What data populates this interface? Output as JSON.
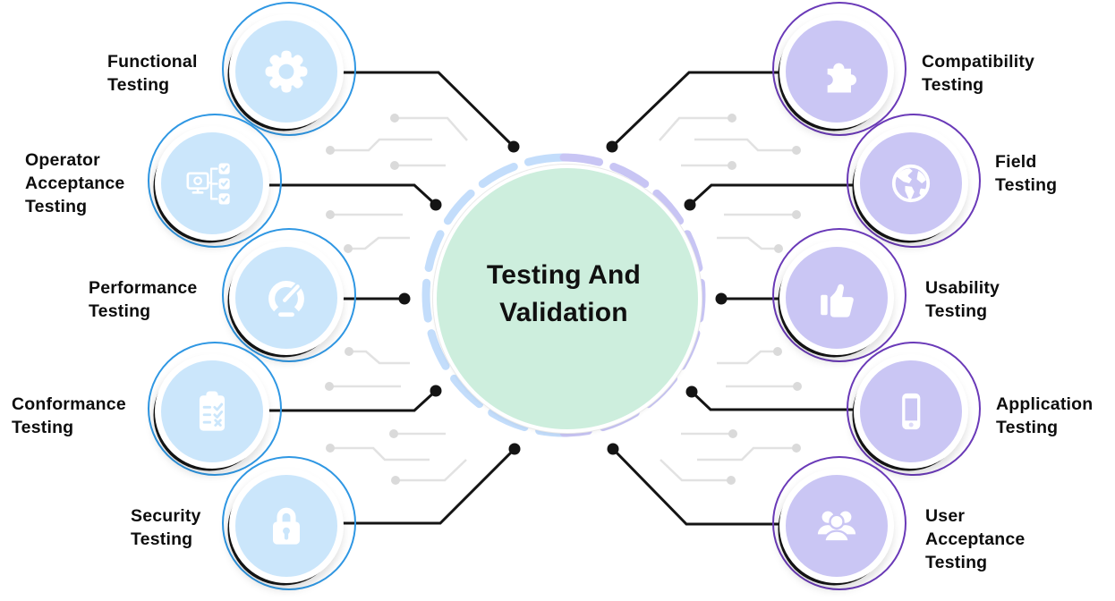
{
  "title": {
    "text": "Testing And\nValidation"
  },
  "left_nodes": [
    {
      "label": "Functional\nTesting",
      "icon": "gear-icon"
    },
    {
      "label": "Operator\nAcceptance\nTesting",
      "icon": "monitor-checklist-icon"
    },
    {
      "label": "Performance\nTesting",
      "icon": "speedometer-icon"
    },
    {
      "label": "Conformance\nTesting",
      "icon": "clipboard-checklist-icon"
    },
    {
      "label": "Security\nTesting",
      "icon": "lock-icon"
    }
  ],
  "right_nodes": [
    {
      "label": "Compatibility\nTesting",
      "icon": "puzzle-icon"
    },
    {
      "label": "Field\nTesting",
      "icon": "globe-icon"
    },
    {
      "label": "Usability\nTesting",
      "icon": "thumbs-up-icon"
    },
    {
      "label": "Application\nTesting",
      "icon": "smartphone-icon"
    },
    {
      "label": "User\nAcceptance\nTesting",
      "icon": "users-icon"
    }
  ],
  "colors": {
    "left_node_fill": "#cbe6fb",
    "left_node_ring": "#2f97e3",
    "right_node_fill": "#cac6f4",
    "right_node_ring": "#6a3ab8",
    "center_fill": "#cdeedd",
    "center_dash_left": "#c3ddfb",
    "center_dash_right": "#c8c5f4",
    "connector_line": "#141414",
    "circuit_trace": "#e2e2e2"
  }
}
